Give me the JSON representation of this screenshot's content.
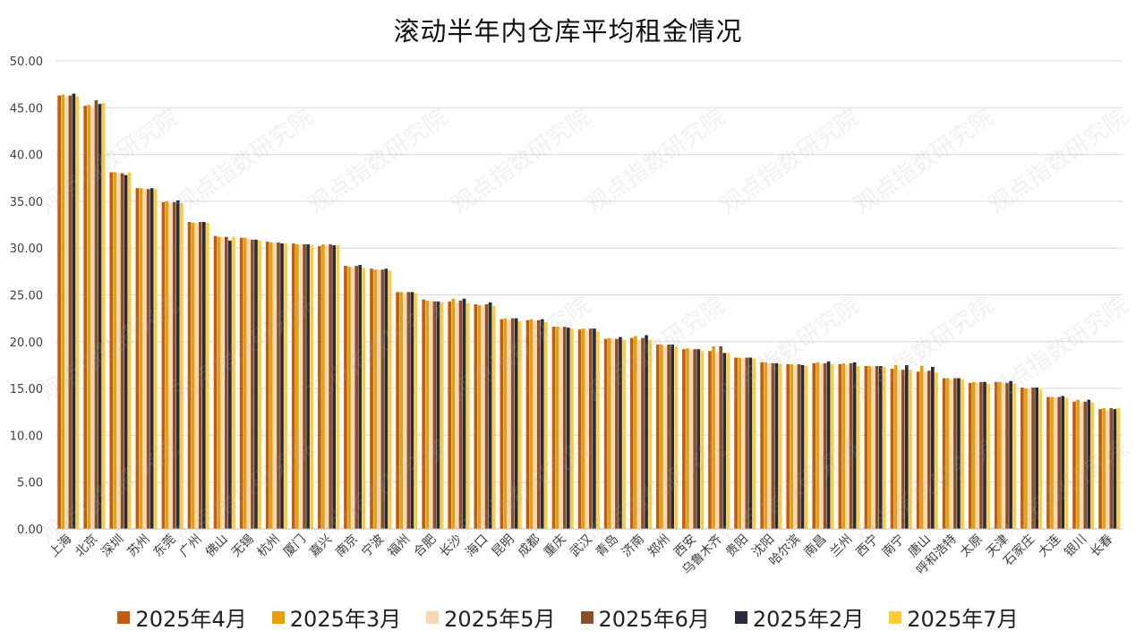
{
  "chart_data": {
    "type": "bar",
    "title": "滚动半年内仓库平均租金情况",
    "ylim": [
      0,
      50
    ],
    "yticks": [
      "0.00",
      "5.00",
      "10.00",
      "15.00",
      "20.00",
      "25.00",
      "30.00",
      "35.00",
      "40.00",
      "45.00",
      "50.00"
    ],
    "grid": true,
    "legend_position": "bottom",
    "categories": [
      "上海",
      "北京",
      "深圳",
      "苏州",
      "东莞",
      "广州",
      "佛山",
      "无锡",
      "杭州",
      "厦门",
      "嘉兴",
      "南京",
      "宁波",
      "福州",
      "合肥",
      "长沙",
      "海口",
      "昆明",
      "成都",
      "重庆",
      "武汉",
      "青岛",
      "济南",
      "郑州",
      "西安",
      "乌鲁木齐",
      "贵阳",
      "沈阳",
      "哈尔滨",
      "南昌",
      "兰州",
      "西宁",
      "南宁",
      "唐山",
      "呼和浩特",
      "太原",
      "天津",
      "石家庄",
      "大连",
      "银川",
      "长春"
    ],
    "series": [
      {
        "name": "2025年4月",
        "color": "#C55A11",
        "values": [
          46.3,
          45.2,
          38.1,
          36.4,
          34.9,
          32.8,
          31.3,
          31.1,
          30.7,
          30.5,
          30.2,
          28.1,
          27.8,
          25.3,
          24.5,
          24.3,
          24.0,
          22.4,
          22.3,
          21.6,
          21.3,
          20.3,
          20.4,
          19.7,
          19.2,
          19.0,
          18.3,
          17.8,
          17.6,
          17.7,
          17.6,
          17.4,
          17.1,
          16.8,
          16.1,
          15.6,
          15.7,
          15.1,
          14.1,
          13.6,
          12.8
        ]
      },
      {
        "name": "2025年3月",
        "color": "#E6A100",
        "values": [
          46.4,
          45.3,
          38.1,
          36.4,
          35.0,
          32.7,
          31.2,
          31.1,
          30.6,
          30.4,
          30.4,
          28.0,
          27.7,
          25.3,
          24.4,
          24.6,
          23.9,
          22.5,
          22.4,
          21.6,
          21.4,
          20.4,
          20.6,
          19.7,
          19.3,
          19.5,
          18.3,
          17.8,
          17.6,
          17.8,
          17.7,
          17.4,
          17.5,
          17.4,
          16.1,
          15.7,
          15.7,
          15.0,
          14.1,
          13.8,
          12.9
        ]
      },
      {
        "name": "2025年5月",
        "color": "#F9D7B6",
        "values": [
          46.2,
          45.1,
          38.0,
          36.3,
          34.8,
          32.7,
          31.2,
          31.0,
          30.6,
          30.4,
          30.3,
          28.0,
          27.7,
          25.2,
          24.3,
          24.2,
          23.9,
          22.3,
          22.2,
          21.5,
          21.2,
          20.3,
          20.2,
          19.6,
          19.1,
          18.9,
          18.2,
          17.7,
          17.5,
          17.6,
          17.5,
          17.3,
          17.0,
          16.7,
          16.0,
          15.6,
          15.6,
          15.0,
          14.0,
          13.5,
          12.7
        ]
      },
      {
        "name": "2025年6月",
        "color": "#8B4F2A",
        "values": [
          46.3,
          45.8,
          38.0,
          36.3,
          34.9,
          32.8,
          31.2,
          30.9,
          30.6,
          30.4,
          30.4,
          28.1,
          27.7,
          25.3,
          24.3,
          24.4,
          24.0,
          22.5,
          22.3,
          21.6,
          21.4,
          20.3,
          20.4,
          19.7,
          19.2,
          19.5,
          18.3,
          17.7,
          17.6,
          17.7,
          17.7,
          17.4,
          17.0,
          16.9,
          16.1,
          15.7,
          15.6,
          15.1,
          14.1,
          13.6,
          12.9
        ]
      },
      {
        "name": "2025年2月",
        "color": "#262B40",
        "values": [
          46.5,
          45.4,
          37.8,
          36.4,
          35.1,
          32.8,
          30.8,
          30.9,
          30.5,
          30.4,
          30.3,
          28.2,
          27.8,
          25.3,
          24.3,
          24.6,
          24.2,
          22.5,
          22.4,
          21.5,
          21.4,
          20.5,
          20.7,
          19.7,
          19.2,
          18.8,
          18.3,
          17.7,
          17.5,
          17.9,
          17.8,
          17.4,
          17.5,
          17.3,
          16.1,
          15.7,
          15.8,
          15.1,
          14.2,
          13.8,
          12.8
        ]
      },
      {
        "name": "2025年7月",
        "color": "#FFCC33",
        "values": [
          46.2,
          45.5,
          38.1,
          36.3,
          34.8,
          32.7,
          31.2,
          30.8,
          30.5,
          30.3,
          30.3,
          27.9,
          27.6,
          25.2,
          24.2,
          24.1,
          23.8,
          22.2,
          22.1,
          21.4,
          21.1,
          20.2,
          20.2,
          19.5,
          19.0,
          18.8,
          18.2,
          17.6,
          17.4,
          17.6,
          17.4,
          17.3,
          17.0,
          16.7,
          16.0,
          15.5,
          15.5,
          14.9,
          14.0,
          13.5,
          12.9
        ]
      }
    ]
  },
  "watermark_text": "观点指数研究院"
}
